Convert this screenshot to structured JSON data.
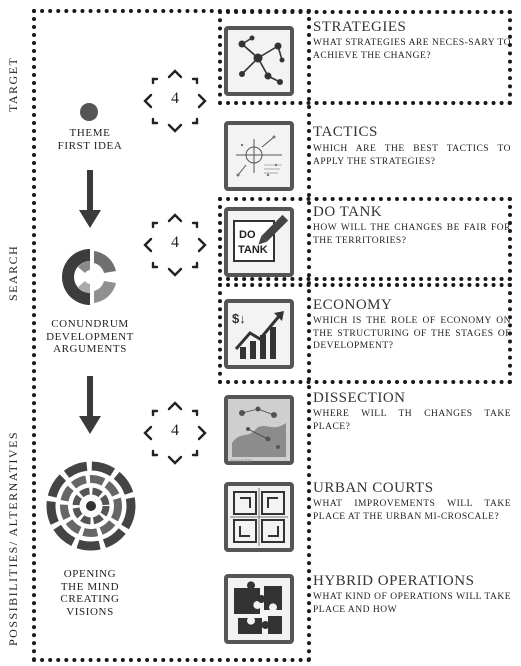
{
  "side_labels": {
    "target": "TARGET",
    "search": "SEARCH",
    "possibilities": "POSSIBILITIES/ ALTERNATIVES"
  },
  "stages": [
    {
      "lines": [
        "THEME",
        "FIRST IDEA"
      ]
    },
    {
      "lines": [
        "CONUNDRUM",
        "DEVELOPMENT",
        "ARGUMENTS"
      ]
    },
    {
      "lines": [
        "OPENING",
        "THE MIND",
        "CREATING",
        "VISIONS"
      ]
    }
  ],
  "cycles": [
    "4",
    "4",
    "4"
  ],
  "thumb_text": {
    "do_tank_line1": "DO",
    "do_tank_line2": "TANK",
    "economy_symbol": "$↓"
  },
  "thumb_captions": {
    "dissection": "masterplan"
  },
  "items": [
    {
      "title": "STRATEGIES",
      "desc": "WHAT STRATEGIES ARE NECES-SARY TO ACHIEVE THE CHANGE?"
    },
    {
      "title": "TACTICS",
      "desc": "WHICH ARE THE BEST TACTICS TO APPLY THE STRATEGIES?"
    },
    {
      "title": "DO TANK",
      "desc": "HOW WILL THE CHANGES BE FAIR FOR THE TERRITORIES?"
    },
    {
      "title": "ECONOMY",
      "desc": "WHICH IS THE ROLE OF ECONOMY ON THE STRUCTURING OF THE STAGES OF DEVELOPMENT?"
    },
    {
      "title": "DISSECTION",
      "desc": "WHERE WILL TH CHANGES TAKE PLACE?"
    },
    {
      "title": "URBAN COURTS",
      "desc": "WHAT IMPROVEMENTS WILL TAKE PLACE AT THE URBAN MI-CROSCALE?"
    },
    {
      "title": "HYBRID OPERATIONS",
      "desc": "WHAT KIND OF OPERATIONS WILL TAKE PLACE AND HOW"
    }
  ]
}
